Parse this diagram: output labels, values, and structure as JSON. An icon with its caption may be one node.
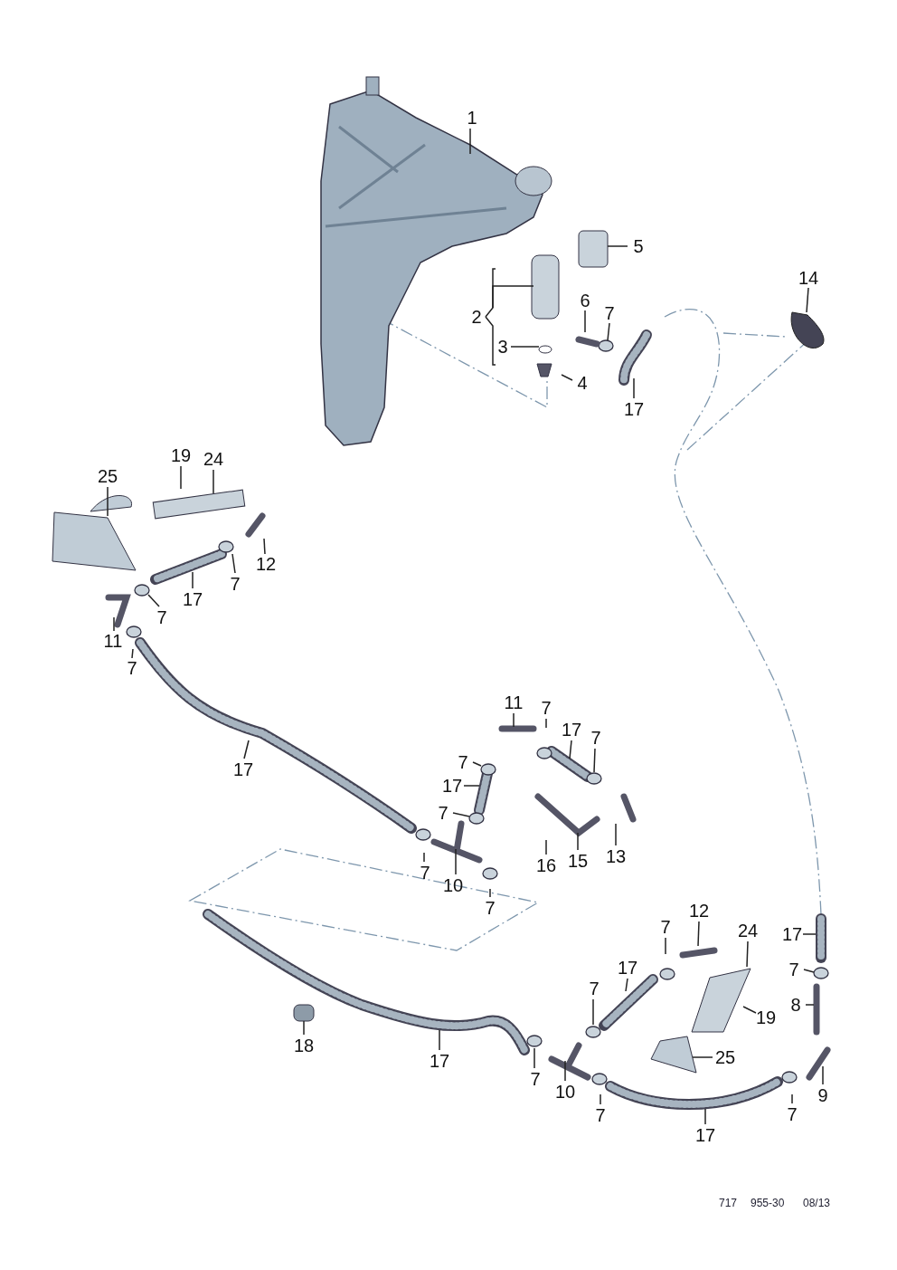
{
  "diagram": {
    "nodes": [
      {
        "text": [
          "1"
        ]
      },
      {
        "text": [
          "2"
        ]
      },
      {
        "text": [
          "3"
        ]
      },
      {
        "text": [
          "4"
        ]
      },
      {
        "text": [
          "5"
        ]
      },
      {
        "text": [
          "6"
        ]
      },
      {
        "text": [
          "7"
        ]
      },
      {
        "text": [
          "17"
        ]
      },
      {
        "text": [
          "14"
        ]
      },
      {
        "text": [
          "25"
        ]
      },
      {
        "text": [
          "19"
        ]
      },
      {
        "text": [
          "24"
        ]
      },
      {
        "text": [
          "12"
        ]
      },
      {
        "text": [
          "7"
        ]
      },
      {
        "text": [
          "17"
        ]
      },
      {
        "text": [
          "7"
        ]
      },
      {
        "text": [
          "11"
        ]
      },
      {
        "text": [
          "7"
        ]
      },
      {
        "text": [
          "17"
        ]
      },
      {
        "text": [
          "11"
        ]
      },
      {
        "text": [
          "7"
        ]
      },
      {
        "text": [
          "17"
        ]
      },
      {
        "text": [
          "7"
        ]
      },
      {
        "text": [
          "7"
        ]
      },
      {
        "text": [
          "17"
        ]
      },
      {
        "text": [
          "7"
        ]
      },
      {
        "text": [
          "16"
        ]
      },
      {
        "text": [
          "15"
        ]
      },
      {
        "text": [
          "13"
        ]
      },
      {
        "text": [
          "7"
        ]
      },
      {
        "text": [
          "10"
        ]
      },
      {
        "text": [
          "7"
        ]
      },
      {
        "text": [
          "12"
        ]
      },
      {
        "text": [
          "7"
        ]
      },
      {
        "text": [
          "24"
        ]
      },
      {
        "text": [
          "17"
        ]
      },
      {
        "text": [
          "17"
        ]
      },
      {
        "text": [
          "7"
        ]
      },
      {
        "text": [
          "7"
        ]
      },
      {
        "text": [
          "8"
        ]
      },
      {
        "text": [
          "19"
        ]
      },
      {
        "text": [
          "18"
        ]
      },
      {
        "text": [
          "17"
        ]
      },
      {
        "text": [
          "25"
        ]
      },
      {
        "text": [
          "7"
        ]
      },
      {
        "text": [
          "9"
        ]
      },
      {
        "text": [
          "10"
        ]
      },
      {
        "text": [
          "7"
        ]
      },
      {
        "text": [
          "7"
        ]
      },
      {
        "text": [
          "17"
        ]
      }
    ],
    "edges": [
      {
        "from": 0,
        "to": null,
        "arrow": "none"
      },
      {
        "from": 1,
        "to": null,
        "arrow": "none"
      },
      {
        "from": 2,
        "to": null,
        "arrow": "none"
      },
      {
        "from": 3,
        "to": null,
        "arrow": "none"
      },
      {
        "from": 4,
        "to": null,
        "arrow": "none"
      },
      {
        "from": 5,
        "to": null,
        "arrow": "none"
      },
      {
        "from": 6,
        "to": null,
        "arrow": "none"
      },
      {
        "from": 7,
        "to": null,
        "arrow": "none"
      },
      {
        "from": 8,
        "to": null,
        "arrow": "none"
      },
      {
        "from": 9,
        "to": null,
        "arrow": "none"
      },
      {
        "from": 10,
        "to": null,
        "arrow": "none"
      },
      {
        "from": 11,
        "to": null,
        "arrow": "none"
      },
      {
        "from": 12,
        "to": null,
        "arrow": "none"
      },
      {
        "from": 13,
        "to": null,
        "arrow": "none"
      },
      {
        "from": 14,
        "to": null,
        "arrow": "none"
      },
      {
        "from": 15,
        "to": null,
        "arrow": "none"
      },
      {
        "from": 16,
        "to": null,
        "arrow": "none"
      },
      {
        "from": 17,
        "to": null,
        "arrow": "none"
      },
      {
        "from": 18,
        "to": null,
        "arrow": "none"
      },
      {
        "from": 19,
        "to": null,
        "arrow": "none"
      },
      {
        "from": 20,
        "to": null,
        "arrow": "none"
      },
      {
        "from": 21,
        "to": null,
        "arrow": "none"
      },
      {
        "from": 22,
        "to": null,
        "arrow": "none"
      },
      {
        "from": 23,
        "to": null,
        "arrow": "none"
      },
      {
        "from": 24,
        "to": null,
        "arrow": "none"
      },
      {
        "from": 25,
        "to": null,
        "arrow": "none"
      },
      {
        "from": 26,
        "to": null,
        "arrow": "none"
      },
      {
        "from": 27,
        "to": null,
        "arrow": "none"
      },
      {
        "from": 28,
        "to": null,
        "arrow": "none"
      },
      {
        "from": 29,
        "to": null,
        "arrow": "none"
      },
      {
        "from": 30,
        "to": null,
        "arrow": "none"
      },
      {
        "from": 31,
        "to": null,
        "arrow": "none"
      },
      {
        "from": 32,
        "to": null,
        "arrow": "none"
      },
      {
        "from": 33,
        "to": null,
        "arrow": "none"
      },
      {
        "from": 34,
        "to": null,
        "arrow": "none"
      },
      {
        "from": 35,
        "to": null,
        "arrow": "none"
      },
      {
        "from": 36,
        "to": null,
        "arrow": "none"
      },
      {
        "from": 37,
        "to": null,
        "arrow": "none"
      },
      {
        "from": 38,
        "to": null,
        "arrow": "none"
      },
      {
        "from": 39,
        "to": null,
        "arrow": "none"
      },
      {
        "from": 40,
        "to": null,
        "arrow": "none"
      },
      {
        "from": 41,
        "to": null,
        "arrow": "none"
      },
      {
        "from": 42,
        "to": null,
        "arrow": "none"
      },
      {
        "from": 43,
        "to": null,
        "arrow": "none"
      },
      {
        "from": 44,
        "to": null,
        "arrow": "none"
      },
      {
        "from": 45,
        "to": null,
        "arrow": "none"
      },
      {
        "from": 46,
        "to": null,
        "arrow": "none"
      },
      {
        "from": 47,
        "to": null,
        "arrow": "none"
      },
      {
        "from": 48,
        "to": null,
        "arrow": "none"
      },
      {
        "from": 49,
        "to": null,
        "arrow": "none"
      }
    ],
    "labels": [
      "717",
      "955-30",
      "08/13"
    ]
  }
}
